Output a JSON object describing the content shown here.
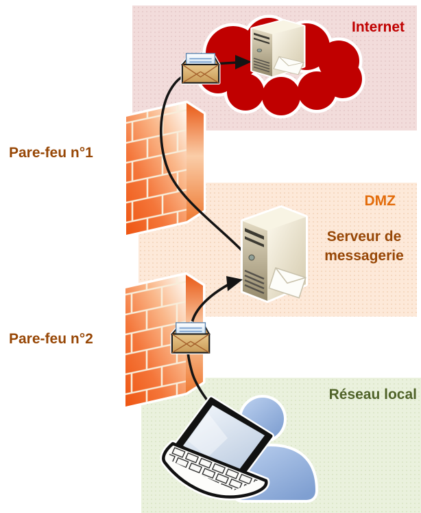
{
  "zones": {
    "internet": {
      "label": "Internet"
    },
    "dmz": {
      "label": "DMZ"
    },
    "local_network": {
      "label": "Réseau local"
    }
  },
  "labels": {
    "firewall1": "Pare-feu n°1",
    "firewall2": "Pare-feu n°2",
    "mail_server": "Serveur de messagerie"
  },
  "icons": [
    "cloud-icon",
    "internet-server-icon",
    "mail-server-icon",
    "firewall-icon",
    "envelope-icon",
    "laptop-icon",
    "user-icon",
    "arrow-icon"
  ],
  "flows": [
    {
      "from": "laptop",
      "via": "firewall2",
      "to": "mail_server"
    },
    {
      "from": "mail_server",
      "via": "firewall1",
      "to": "internet"
    }
  ],
  "colors": {
    "zone_internet_bg": "#F2DCDB",
    "zone_dmz_bg": "#FDE9D9",
    "zone_local_bg": "#EAF1DD",
    "internet_label": "#C00000",
    "dmz_label": "#E36C0A",
    "brown_labels": "#974706",
    "local_label": "#4F6228",
    "cloud_red": "#C00000",
    "firewall_orange": "#F2601E",
    "flow_line_black": "#141414",
    "person_blue": "#8FAEDC",
    "server_beige": "#E6DEC8",
    "envelope_tan": "#D9A96A"
  }
}
